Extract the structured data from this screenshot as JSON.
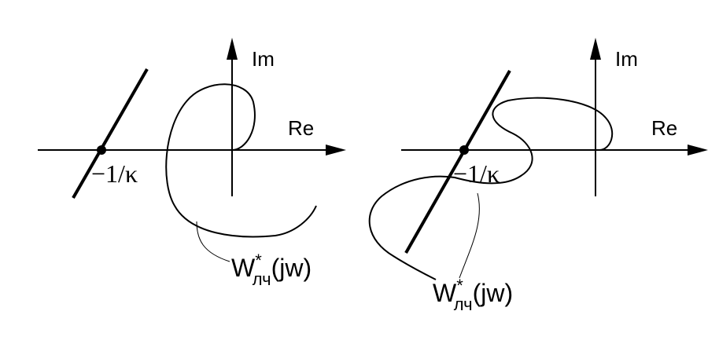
{
  "colors": {
    "stroke": "#000000",
    "background": "#ffffff"
  },
  "left_diagram": {
    "axis_im": "Im",
    "axis_re": "Re",
    "point_label": "−1/κ",
    "curve_label_main": "W",
    "curve_label_sup": "*",
    "curve_label_sub": "лч",
    "curve_label_arg": "(jw)"
  },
  "right_diagram": {
    "axis_im": "Im",
    "axis_re": "Re",
    "point_label": "−1/κ",
    "curve_label_main": "W",
    "curve_label_sup": "*",
    "curve_label_sub": "лч",
    "curve_label_arg": "(jw)"
  }
}
